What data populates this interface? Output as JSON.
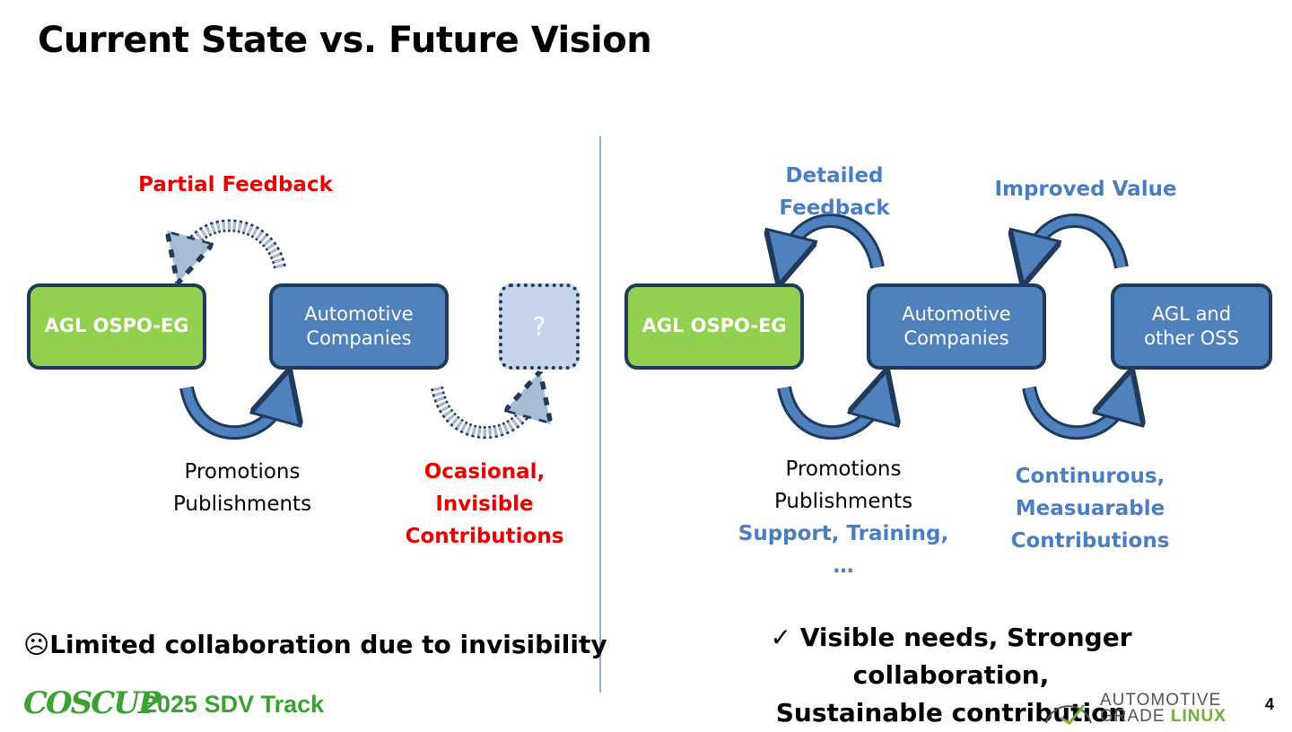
{
  "slide": {
    "title": "Current State vs. Future Vision",
    "page_number": "4"
  },
  "left": {
    "box_agl": "AGL OSPO-EG",
    "box_auto_line1": "Automotive",
    "box_auto_line2": "Companies",
    "box_unknown": "?",
    "label_top": "Partial Feedback",
    "label_bottom_line1": "Promotions",
    "label_bottom_line2": "Publishments",
    "label_right_line1": "Ocasional,",
    "label_right_line2": "Invisible",
    "label_right_line3": "Contributions",
    "conclusion_icon": "☹",
    "conclusion": "Limited collaboration due to invisibility"
  },
  "right": {
    "box_agl": "AGL OSPO-EG",
    "box_auto_line1": "Automotive",
    "box_auto_line2": "Companies",
    "box_oss_line1": "AGL and",
    "box_oss_line2": "other OSS",
    "label_top_left_line1": "Detailed",
    "label_top_left_line2": "Feedback",
    "label_top_right": "Improved Value",
    "label_bottom_left_line1": "Promotions",
    "label_bottom_left_line2": "Publishments",
    "label_bottom_left_line3": "Support, Training,",
    "label_bottom_left_line4": "…",
    "label_bottom_right_line1": "Continurous,",
    "label_bottom_right_line2": "Measuarable",
    "label_bottom_right_line3": "Contributions",
    "conclusion_icon": "✓",
    "conclusion_line1": "Visible needs, Stronger collaboration,",
    "conclusion_line2": "Sustainable contribution"
  },
  "footer": {
    "coscup_logo": "COSCUP",
    "track": "2025 SDV Track",
    "agl_logo_line1": "AUTOMOTIVE",
    "agl_logo_line2_a": "GRADE",
    "agl_logo_line2_b": "LINUX"
  },
  "colors": {
    "green": "#92d050",
    "blue": "#4f81bd",
    "red": "#e60000",
    "accent_blue_text": "#4a7ec2",
    "border": "#1f3a5c"
  }
}
